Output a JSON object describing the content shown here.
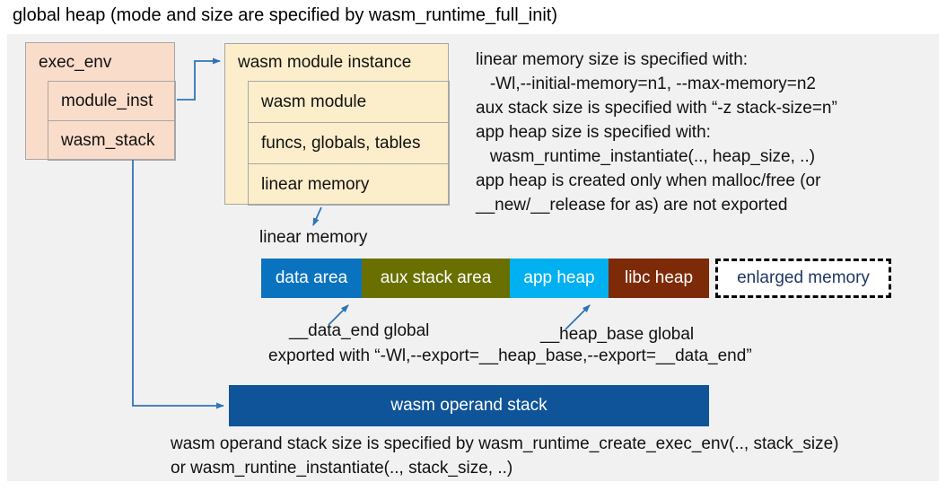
{
  "title": "global heap (mode and size are specified by wasm_runtime_full_init)",
  "colors": {
    "panel_bg": "#f1f1f2",
    "arrow_blue": "#2e75b6",
    "exec_env_fill": "#fadcca",
    "module_instance_fill": "#fdeecb",
    "box_border": "#a6a6a6",
    "data_area": "#0a73c0",
    "aux_stack_area": "#697000",
    "app_heap": "#00b0f0",
    "libc_heap": "#7d2a09",
    "operand_stack": "#0f5499",
    "enlarged_text": "#1f3864"
  },
  "exec_env": {
    "header": "exec_env",
    "rows": [
      "module_inst",
      "wasm_stack"
    ]
  },
  "module_instance": {
    "header": "wasm module instance",
    "rows": [
      "wasm module",
      "funcs, globals, tables",
      "linear memory"
    ]
  },
  "notes_right": {
    "lines": [
      "linear memory size is specified with:",
      "   -Wl,--initial-memory=n1, --max-memory=n2",
      "aux stack size is specified with “-z stack-size=n”",
      "app heap size is specified with:",
      "   wasm_runtime_instantiate(.., heap_size, ..)",
      "app heap is created only when malloc/free (or",
      "__new/__release for as) are not exported"
    ]
  },
  "linear_memory": {
    "label": "linear memory",
    "segments": [
      "data area",
      "aux stack area",
      "app heap",
      "libc heap"
    ],
    "enlarged_label": "enlarged memory"
  },
  "annotations": {
    "data_end": "__data_end global",
    "heap_base": "__heap_base global",
    "export_line": "exported with “-Wl,--export=__heap_base,--export=__data_end”"
  },
  "operand_stack": {
    "label": "wasm operand stack",
    "notes": [
      "wasm operand stack size is specified by wasm_runtime_create_exec_env(.., stack_size)",
      "or wasm_runtine_instantiate(.., stack_size, ..)"
    ]
  }
}
